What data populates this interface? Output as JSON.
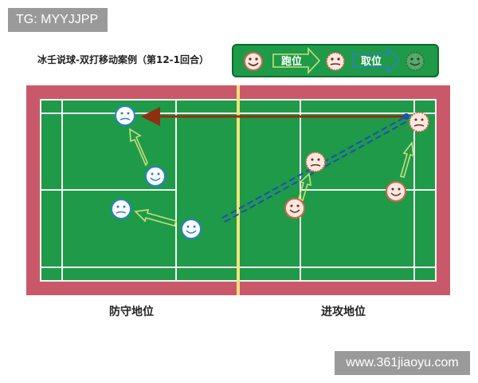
{
  "watermark_top_left": "TG: MYYJJPP",
  "title": "冰壬说球-双打移动案例（第12-1回合）",
  "legend": {
    "run_label": "跑位",
    "take_label": "取位"
  },
  "labels": {
    "defense": "防守地位",
    "attack": "进攻地位"
  },
  "watermark_bottom_right": "www.361jiaoyu.com",
  "icons": {
    "smiley": "smiley-face-icon",
    "dizzy": "dizzy-face-icon",
    "target": "target-face-icon"
  },
  "colors": {
    "court_green": "#1f9a48",
    "court_border": "#c9596a",
    "net": "#f3e27a",
    "defense_marker": "#2c80c8",
    "attack_marker": "#d2644a",
    "smash_trajectory": "#8e2f12",
    "drive_trajectory": "#1f4fb0"
  }
}
